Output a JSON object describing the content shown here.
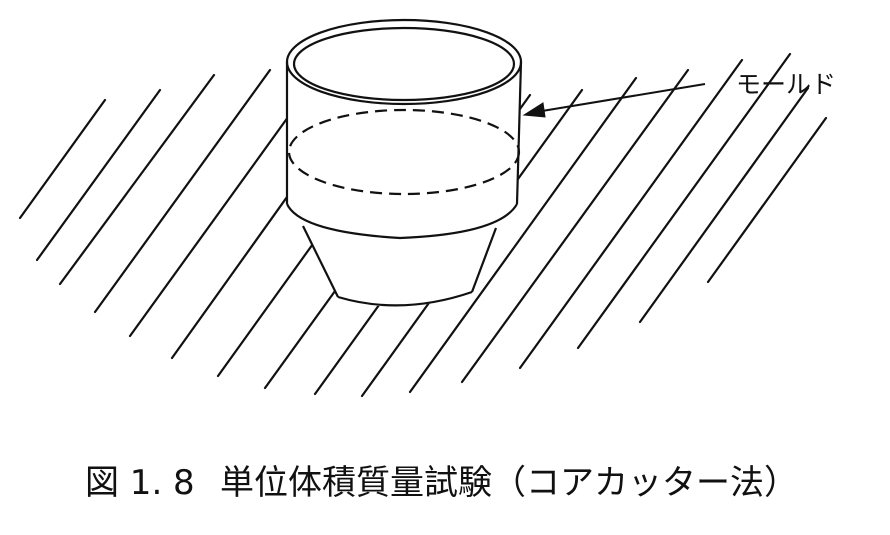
{
  "callout": {
    "label": "モールド"
  },
  "caption": {
    "number": "図 1. 8",
    "title": "単位体積質量試験（コアカッター法）"
  },
  "colors": {
    "line": "#111111",
    "background": "#ffffff"
  }
}
